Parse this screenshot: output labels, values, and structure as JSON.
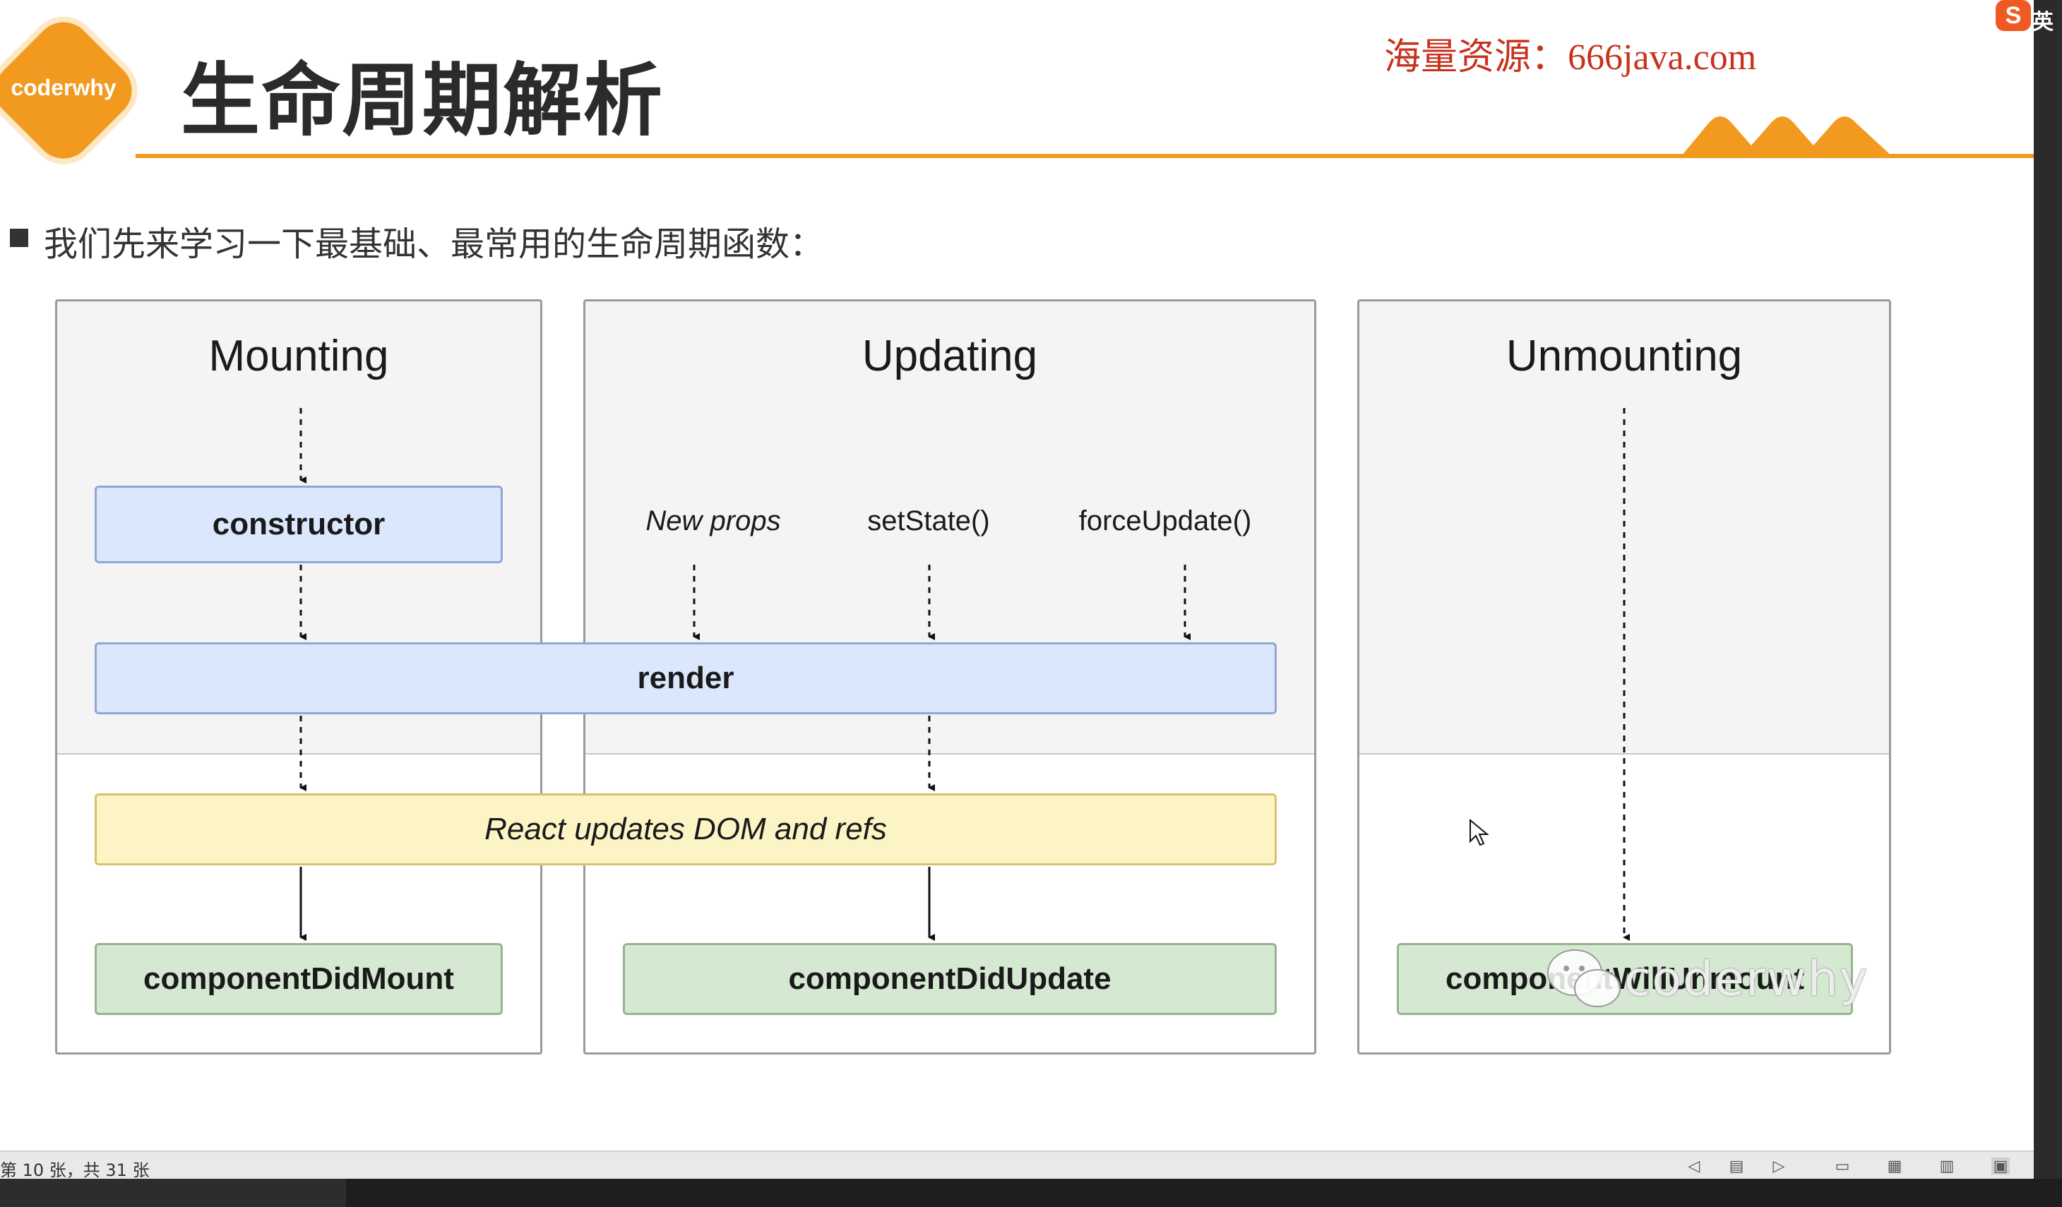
{
  "header": {
    "logo_text": "coderwhy",
    "title": "生命周期解析",
    "promo": "海量资源：666java.com",
    "ime_icon": "S",
    "ime_text": "英"
  },
  "bullet": {
    "text": "我们先来学习一下最基础、最常用的生命周期函数："
  },
  "diagram": {
    "phases": {
      "mounting": "Mounting",
      "updating": "Updating",
      "unmounting": "Unmounting"
    },
    "nodes": {
      "constructor": "constructor",
      "render": "render",
      "react_updates": "React updates DOM and refs",
      "did_mount": "componentDidMount",
      "did_update": "componentDidUpdate",
      "will_unmount": "componentWillUnmount"
    },
    "triggers": {
      "new_props": "New props",
      "set_state": "setState()",
      "force_update": "forceUpdate()"
    }
  },
  "watermark": {
    "text": "coderwhy"
  },
  "statusbar": {
    "slide_info": "第 10 张，共 31 张"
  },
  "colors": {
    "accent": "#f29a1f",
    "promo": "#c8321e",
    "blue_node": "#dbe7fc",
    "green_node": "#d5e9d2",
    "yellow_node": "#fdf4c6"
  }
}
